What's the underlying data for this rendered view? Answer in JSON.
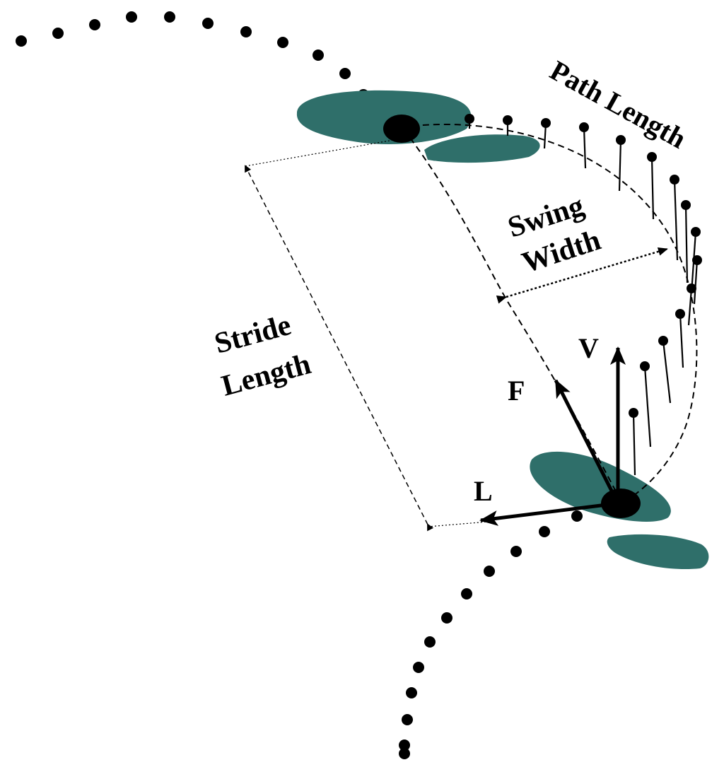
{
  "labels": {
    "path_length": "Path Length",
    "swing_width_line1": "Swing",
    "swing_width_line2": "Width",
    "stride_length_line1": "Stride",
    "stride_length_line2": "Length",
    "vector_v": "V",
    "vector_f": "F",
    "vector_l": "L"
  },
  "colors": {
    "wing": "#2f6f6a",
    "ink": "#000000",
    "background": "#ffffff"
  }
}
